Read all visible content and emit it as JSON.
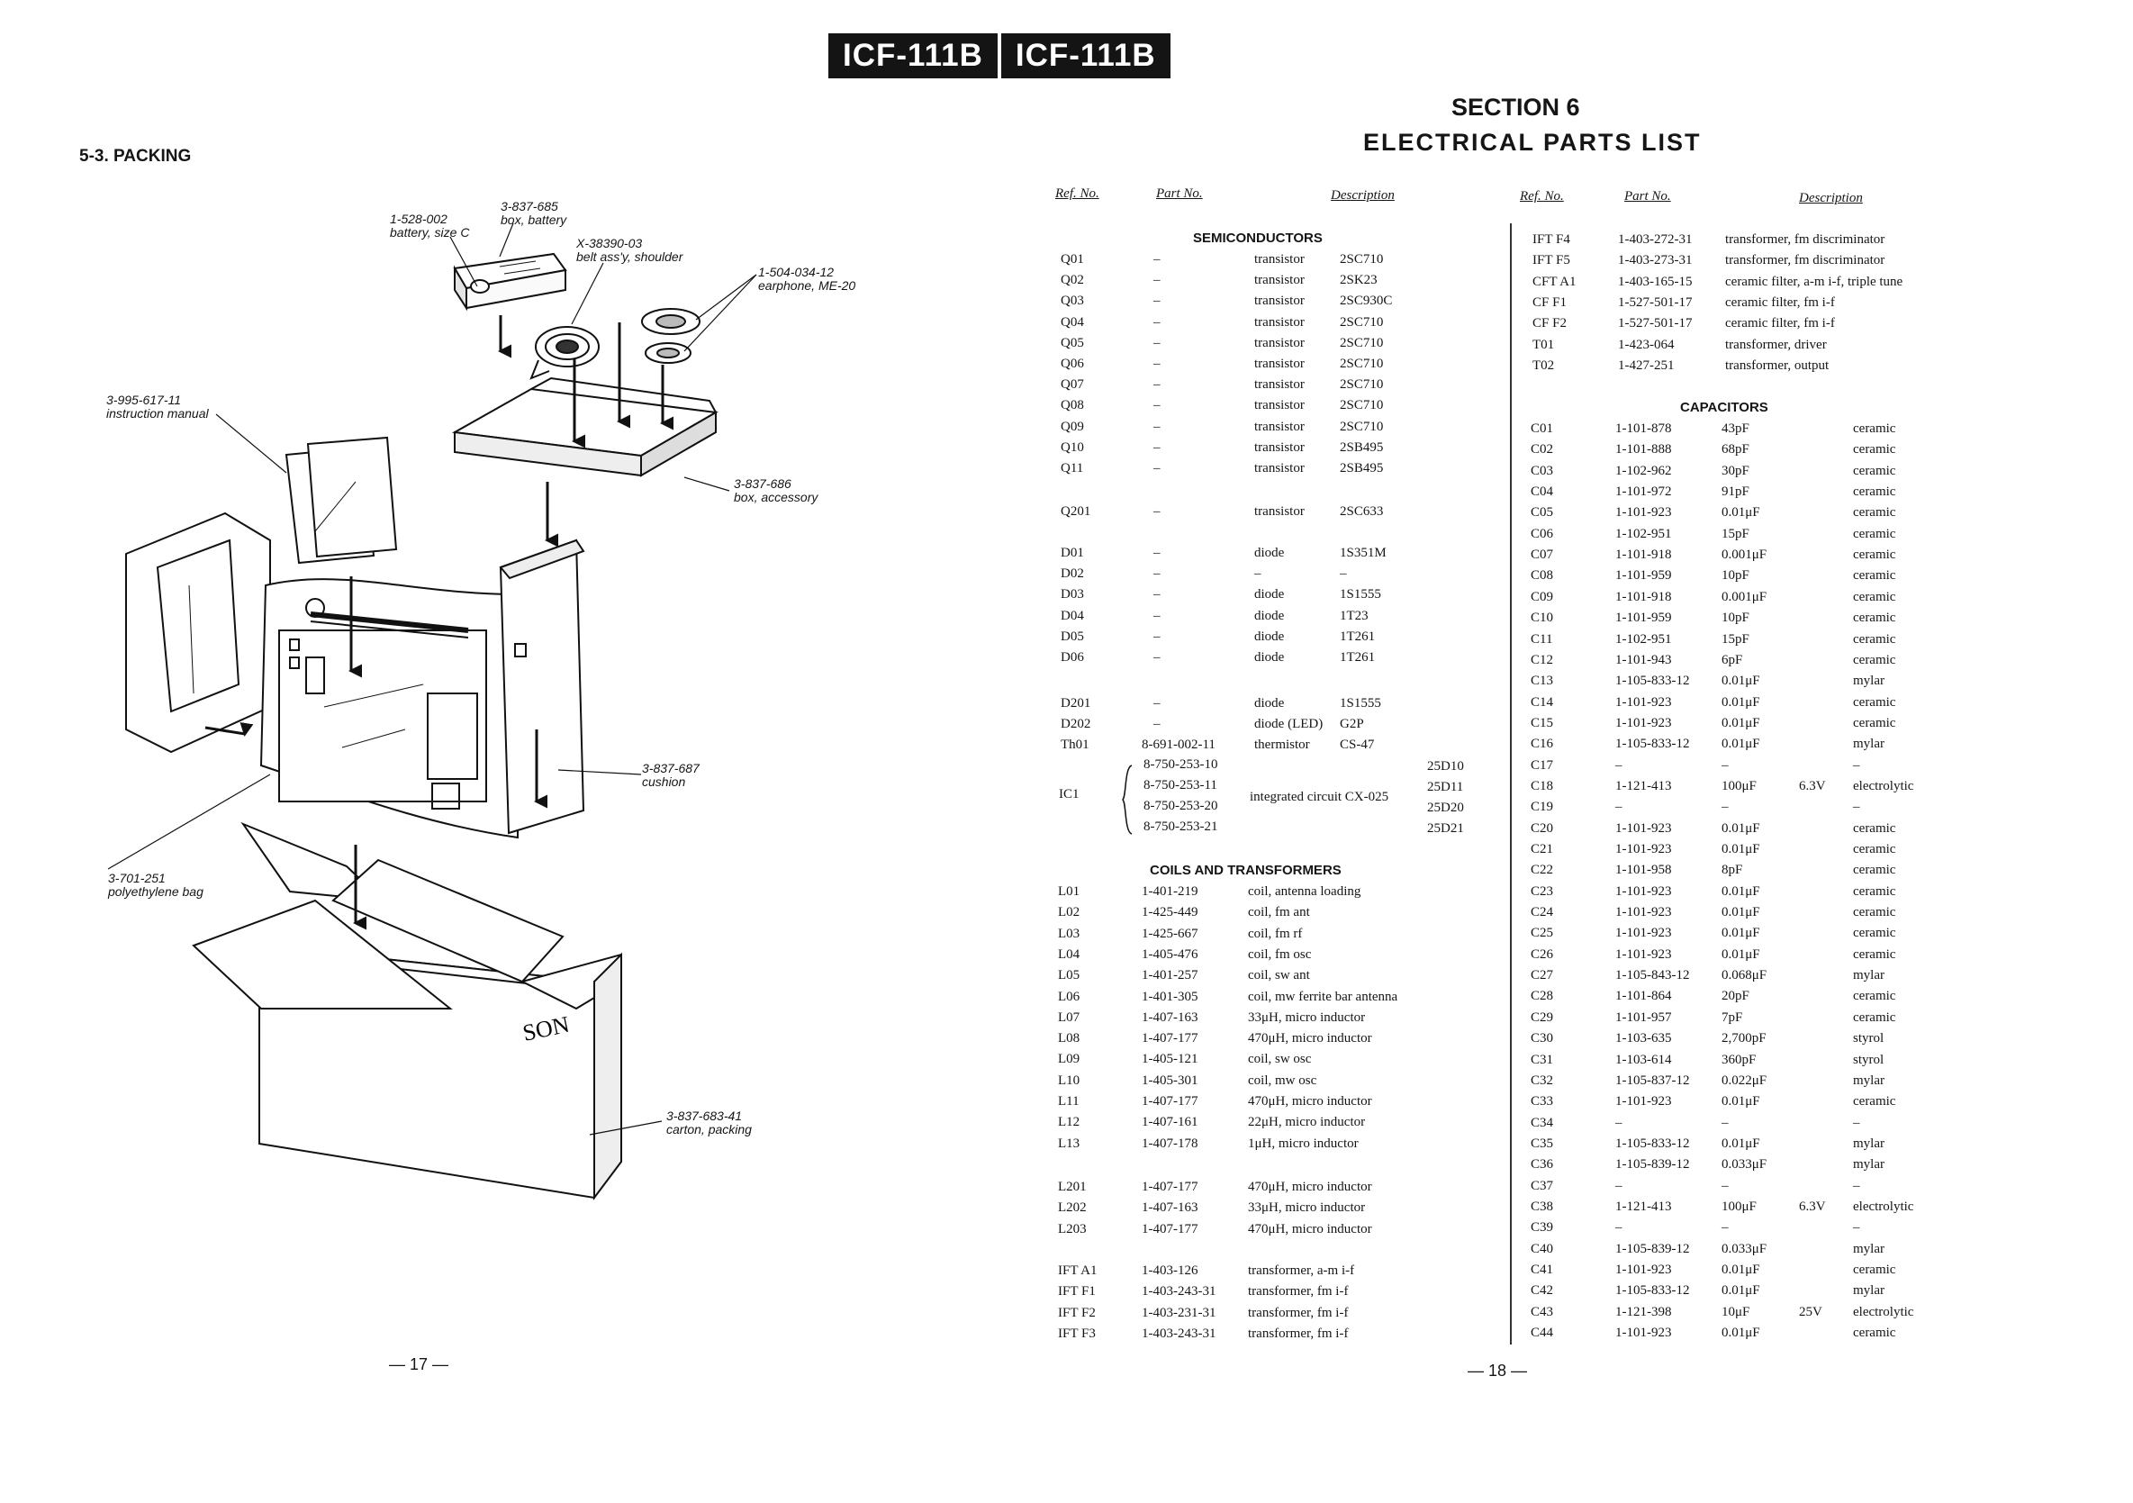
{
  "header": {
    "model_left": "ICF-111B",
    "model_right": "ICF-111B"
  },
  "packing": {
    "title": "5-3.  PACKING",
    "callouts": [
      {
        "num": "1-528-002",
        "desc": "battery, size C"
      },
      {
        "num": "3-837-685",
        "desc": "box, battery"
      },
      {
        "num": "X-38390-03",
        "desc": "belt ass'y, shoulder"
      },
      {
        "num": "1-504-034-12",
        "desc": "earphone, ME-20"
      },
      {
        "num": "3-995-617-11",
        "desc": "instruction manual"
      },
      {
        "num": "3-837-686",
        "desc": "box, accessory"
      },
      {
        "num": "3-837-687",
        "desc": "cushion"
      },
      {
        "num": "3-701-251",
        "desc": "polyethylene bag"
      },
      {
        "num": "3-837-683-41",
        "desc": "carton, packing"
      }
    ],
    "box_logo": "SON",
    "page_number": "— 17 —"
  },
  "parts_list": {
    "section_number": "SECTION 6",
    "section_title": "ELECTRICAL PARTS LIST",
    "col_headers": {
      "ref": "Ref. No.",
      "part": "Part No.",
      "desc": "Description"
    },
    "headings": {
      "semiconductors": "SEMICONDUCTORS",
      "coils": "COILS AND TRANSFORMERS",
      "capacitors": "CAPACITORS"
    },
    "left_rows": [
      {
        "ref": "Q01",
        "part": "–",
        "kind": "transistor",
        "val": "2SC710"
      },
      {
        "ref": "Q02",
        "part": "–",
        "kind": "transistor",
        "val": "2SK23"
      },
      {
        "ref": "Q03",
        "part": "–",
        "kind": "transistor",
        "val": "2SC930C"
      },
      {
        "ref": "Q04",
        "part": "–",
        "kind": "transistor",
        "val": "2SC710"
      },
      {
        "ref": "Q05",
        "part": "–",
        "kind": "transistor",
        "val": "2SC710"
      },
      {
        "ref": "Q06",
        "part": "–",
        "kind": "transistor",
        "val": "2SC710"
      },
      {
        "ref": "Q07",
        "part": "–",
        "kind": "transistor",
        "val": "2SC710"
      },
      {
        "ref": "Q08",
        "part": "–",
        "kind": "transistor",
        "val": "2SC710"
      },
      {
        "ref": "Q09",
        "part": "–",
        "kind": "transistor",
        "val": "2SC710"
      },
      {
        "ref": "Q10",
        "part": "–",
        "kind": "transistor",
        "val": "2SB495"
      },
      {
        "ref": "Q11",
        "part": "–",
        "kind": "transistor",
        "val": "2SB495"
      },
      {
        "ref": "Q201",
        "part": "–",
        "kind": "transistor",
        "val": "2SC633"
      },
      {
        "ref": "D01",
        "part": "–",
        "kind": "diode",
        "val": "1S351M"
      },
      {
        "ref": "D02",
        "part": "–",
        "kind": "–",
        "val": "–"
      },
      {
        "ref": "D03",
        "part": "–",
        "kind": "diode",
        "val": "1S1555"
      },
      {
        "ref": "D04",
        "part": "–",
        "kind": "diode",
        "val": "1T23"
      },
      {
        "ref": "D05",
        "part": "–",
        "kind": "diode",
        "val": "1T261"
      },
      {
        "ref": "D06",
        "part": "–",
        "kind": "diode",
        "val": "1T261"
      },
      {
        "ref": "D201",
        "part": "–",
        "kind": "diode",
        "val": "1S1555"
      },
      {
        "ref": "D202",
        "part": "–",
        "kind": "diode (LED)",
        "val": "G2P"
      },
      {
        "ref": "Th01",
        "part": "8-691-002-11",
        "kind": "thermistor",
        "val": "CS-47"
      }
    ],
    "ic": {
      "ref": "IC1",
      "desc": "integrated circuit CX-025",
      "parts": [
        {
          "part": "8-750-253-10",
          "code": "25D10"
        },
        {
          "part": "8-750-253-11",
          "code": "25D11"
        },
        {
          "part": "8-750-253-20",
          "code": "25D20"
        },
        {
          "part": "8-750-253-21",
          "code": "25D21"
        }
      ]
    },
    "coil_rows": [
      {
        "ref": "L01",
        "part": "1-401-219",
        "desc": "coil, antenna loading"
      },
      {
        "ref": "L02",
        "part": "1-425-449",
        "desc": "coil, fm ant"
      },
      {
        "ref": "L03",
        "part": "1-425-667",
        "desc": "coil, fm rf"
      },
      {
        "ref": "L04",
        "part": "1-405-476",
        "desc": "coil, fm osc"
      },
      {
        "ref": "L05",
        "part": "1-401-257",
        "desc": "coil, sw ant"
      },
      {
        "ref": "L06",
        "part": "1-401-305",
        "desc": "coil, mw ferrite bar antenna"
      },
      {
        "ref": "L07",
        "part": "1-407-163",
        "desc": "33μH, micro inductor"
      },
      {
        "ref": "L08",
        "part": "1-407-177",
        "desc": "470μH, micro inductor"
      },
      {
        "ref": "L09",
        "part": "1-405-121",
        "desc": "coil, sw osc"
      },
      {
        "ref": "L10",
        "part": "1-405-301",
        "desc": "coil, mw osc"
      },
      {
        "ref": "L11",
        "part": "1-407-177",
        "desc": "470μH, micro inductor"
      },
      {
        "ref": "L12",
        "part": "1-407-161",
        "desc": "22μH, micro inductor"
      },
      {
        "ref": "L13",
        "part": "1-407-178",
        "desc": "1μH, micro inductor"
      },
      {
        "ref": "L201",
        "part": "1-407-177",
        "desc": "470μH, micro inductor"
      },
      {
        "ref": "L202",
        "part": "1-407-163",
        "desc": "33μH, micro inductor"
      },
      {
        "ref": "L203",
        "part": "1-407-177",
        "desc": "470μH, micro inductor"
      },
      {
        "ref": "IFT A1",
        "part": "1-403-126",
        "desc": "transformer, a-m i-f"
      },
      {
        "ref": "IFT F1",
        "part": "1-403-243-31",
        "desc": "transformer, fm i-f"
      },
      {
        "ref": "IFT F2",
        "part": "1-403-231-31",
        "desc": "transformer, fm i-f"
      },
      {
        "ref": "IFT F3",
        "part": "1-403-243-31",
        "desc": "transformer, fm i-f"
      }
    ],
    "right_top_rows": [
      {
        "ref": "IFT F4",
        "part": "1-403-272-31",
        "desc": "transformer, fm discriminator"
      },
      {
        "ref": "IFT F5",
        "part": "1-403-273-31",
        "desc": "transformer, fm discriminator"
      },
      {
        "ref": "CFT A1",
        "part": "1-403-165-15",
        "desc": "ceramic filter, a-m i-f, triple tune"
      },
      {
        "ref": "CF F1",
        "part": "1-527-501-17",
        "desc": "ceramic filter, fm i-f"
      },
      {
        "ref": "CF F2",
        "part": "1-527-501-17",
        "desc": "ceramic filter, fm i-f"
      },
      {
        "ref": "T01",
        "part": "1-423-064",
        "desc": "transformer, driver"
      },
      {
        "ref": "T02",
        "part": "1-427-251",
        "desc": "transformer, output"
      }
    ],
    "cap_rows": [
      {
        "ref": "C01",
        "part": "1-101-878",
        "val": "43pF",
        "volt": "",
        "type": "ceramic"
      },
      {
        "ref": "C02",
        "part": "1-101-888",
        "val": "68pF",
        "volt": "",
        "type": "ceramic"
      },
      {
        "ref": "C03",
        "part": "1-102-962",
        "val": "30pF",
        "volt": "",
        "type": "ceramic"
      },
      {
        "ref": "C04",
        "part": "1-101-972",
        "val": "91pF",
        "volt": "",
        "type": "ceramic"
      },
      {
        "ref": "C05",
        "part": "1-101-923",
        "val": "0.01μF",
        "volt": "",
        "type": "ceramic"
      },
      {
        "ref": "C06",
        "part": "1-102-951",
        "val": "15pF",
        "volt": "",
        "type": "ceramic"
      },
      {
        "ref": "C07",
        "part": "1-101-918",
        "val": "0.001μF",
        "volt": "",
        "type": "ceramic"
      },
      {
        "ref": "C08",
        "part": "1-101-959",
        "val": "10pF",
        "volt": "",
        "type": "ceramic"
      },
      {
        "ref": "C09",
        "part": "1-101-918",
        "val": "0.001μF",
        "volt": "",
        "type": "ceramic"
      },
      {
        "ref": "C10",
        "part": "1-101-959",
        "val": "10pF",
        "volt": "",
        "type": "ceramic"
      },
      {
        "ref": "C11",
        "part": "1-102-951",
        "val": "15pF",
        "volt": "",
        "type": "ceramic"
      },
      {
        "ref": "C12",
        "part": "1-101-943",
        "val": "6pF",
        "volt": "",
        "type": "ceramic"
      },
      {
        "ref": "C13",
        "part": "1-105-833-12",
        "val": "0.01μF",
        "volt": "",
        "type": "mylar"
      },
      {
        "ref": "C14",
        "part": "1-101-923",
        "val": "0.01μF",
        "volt": "",
        "type": "ceramic"
      },
      {
        "ref": "C15",
        "part": "1-101-923",
        "val": "0.01μF",
        "volt": "",
        "type": "ceramic"
      },
      {
        "ref": "C16",
        "part": "1-105-833-12",
        "val": "0.01μF",
        "volt": "",
        "type": "mylar"
      },
      {
        "ref": "C17",
        "part": "–",
        "val": "–",
        "volt": "",
        "type": "–"
      },
      {
        "ref": "C18",
        "part": "1-121-413",
        "val": "100μF",
        "volt": "6.3V",
        "type": "electrolytic"
      },
      {
        "ref": "C19",
        "part": "–",
        "val": "–",
        "volt": "",
        "type": "–"
      },
      {
        "ref": "C20",
        "part": "1-101-923",
        "val": "0.01μF",
        "volt": "",
        "type": "ceramic"
      },
      {
        "ref": "C21",
        "part": "1-101-923",
        "val": "0.01μF",
        "volt": "",
        "type": "ceramic"
      },
      {
        "ref": "C22",
        "part": "1-101-958",
        "val": "8pF",
        "volt": "",
        "type": "ceramic"
      },
      {
        "ref": "C23",
        "part": "1-101-923",
        "val": "0.01μF",
        "volt": "",
        "type": "ceramic"
      },
      {
        "ref": "C24",
        "part": "1-101-923",
        "val": "0.01μF",
        "volt": "",
        "type": "ceramic"
      },
      {
        "ref": "C25",
        "part": "1-101-923",
        "val": "0.01μF",
        "volt": "",
        "type": "ceramic"
      },
      {
        "ref": "C26",
        "part": "1-101-923",
        "val": "0.01μF",
        "volt": "",
        "type": "ceramic"
      },
      {
        "ref": "C27",
        "part": "1-105-843-12",
        "val": "0.068μF",
        "volt": "",
        "type": "mylar"
      },
      {
        "ref": "C28",
        "part": "1-101-864",
        "val": "20pF",
        "volt": "",
        "type": "ceramic"
      },
      {
        "ref": "C29",
        "part": "1-101-957",
        "val": "7pF",
        "volt": "",
        "type": "ceramic"
      },
      {
        "ref": "C30",
        "part": "1-103-635",
        "val": "2,700pF",
        "volt": "",
        "type": "styrol"
      },
      {
        "ref": "C31",
        "part": "1-103-614",
        "val": "360pF",
        "volt": "",
        "type": "styrol"
      },
      {
        "ref": "C32",
        "part": "1-105-837-12",
        "val": "0.022μF",
        "volt": "",
        "type": "mylar"
      },
      {
        "ref": "C33",
        "part": "1-101-923",
        "val": "0.01μF",
        "volt": "",
        "type": "ceramic"
      },
      {
        "ref": "C34",
        "part": "–",
        "val": "–",
        "volt": "",
        "type": "–"
      },
      {
        "ref": "C35",
        "part": "1-105-833-12",
        "val": "0.01μF",
        "volt": "",
        "type": "mylar"
      },
      {
        "ref": "C36",
        "part": "1-105-839-12",
        "val": "0.033μF",
        "volt": "",
        "type": "mylar"
      },
      {
        "ref": "C37",
        "part": "–",
        "val": "–",
        "volt": "",
        "type": "–"
      },
      {
        "ref": "C38",
        "part": "1-121-413",
        "val": "100μF",
        "volt": "6.3V",
        "type": "electrolytic"
      },
      {
        "ref": "C39",
        "part": "–",
        "val": "–",
        "volt": "",
        "type": "–"
      },
      {
        "ref": "C40",
        "part": "1-105-839-12",
        "val": "0.033μF",
        "volt": "",
        "type": "mylar"
      },
      {
        "ref": "C41",
        "part": "1-101-923",
        "val": "0.01μF",
        "volt": "",
        "type": "ceramic"
      },
      {
        "ref": "C42",
        "part": "1-105-833-12",
        "val": "0.01μF",
        "volt": "",
        "type": "mylar"
      },
      {
        "ref": "C43",
        "part": "1-121-398",
        "val": "10μF",
        "volt": "25V",
        "type": "electrolytic"
      },
      {
        "ref": "C44",
        "part": "1-101-923",
        "val": "0.01μF",
        "volt": "",
        "type": "ceramic"
      }
    ],
    "page_number": "— 18 —"
  }
}
